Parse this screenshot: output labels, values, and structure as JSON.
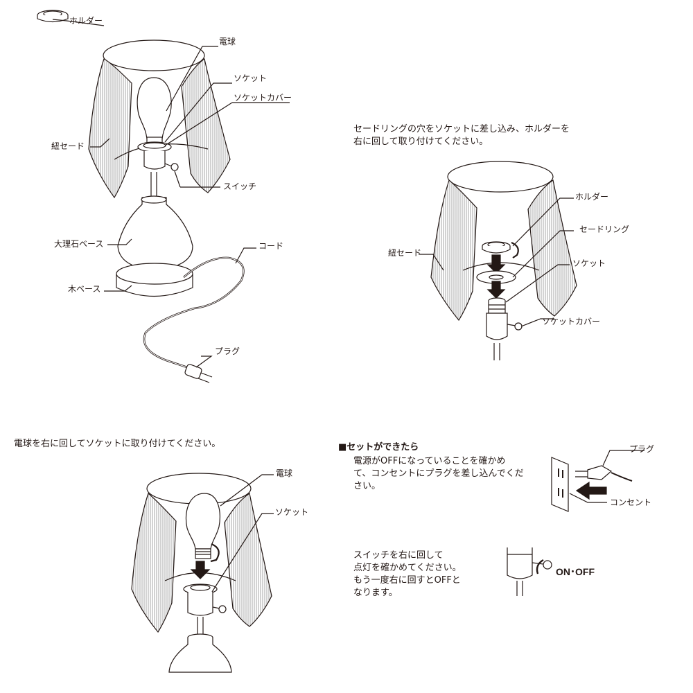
{
  "panel1": {
    "labels": {
      "holder": "ホルダー",
      "bulb": "電球",
      "socket": "ソケット",
      "socket_cover": "ソケットカバー",
      "string_shade": "紐セード",
      "switch": "スイッチ",
      "marble_base": "大理石ベース",
      "cord": "コード",
      "wood_base": "木ベース",
      "plug": "プラグ"
    }
  },
  "panel2": {
    "instruction_lines": [
      "セードリングの穴をソケットに差し込み、ホルダーを",
      "右に回して取り付けてください。"
    ],
    "labels": {
      "holder": "ホルダー",
      "shade_ring": "セードリング",
      "string_shade": "紐セード",
      "socket": "ソケット",
      "socket_cover": "ソケットカバー"
    }
  },
  "panel3": {
    "instruction": "電球を右に回してソケットに取り付けてください。",
    "labels": {
      "bulb": "電球",
      "socket": "ソケット"
    }
  },
  "panel4": {
    "heading": "■セットができたら",
    "text_lines": [
      "電源がOFFになっていることを確かめ",
      "て、コンセントにプラグを差し込んでくだ",
      "さい。"
    ],
    "labels": {
      "plug": "プラグ",
      "outlet": "コンセント"
    }
  },
  "panel5": {
    "text_lines": [
      "スイッチを右に回して",
      "点灯を確かめてください。",
      "もう一度右に回すとOFFと",
      "なります。"
    ],
    "on_off_label": "ON･OFF"
  }
}
